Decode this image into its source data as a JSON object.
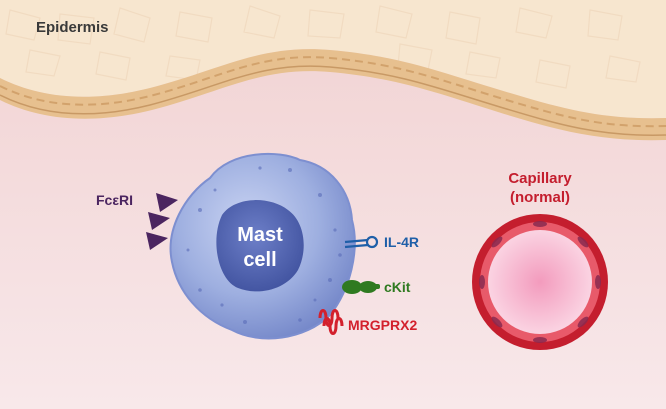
{
  "labels": {
    "epidermis": "Epidermis",
    "mast_cell_line1": "Mast",
    "mast_cell_line2": "cell",
    "capillary_line1": "Capillary",
    "capillary_line2": "(normal)"
  },
  "receptors": {
    "fceri": "FcεRI",
    "il4r": "IL-4R",
    "ckit": "cKit",
    "mrgprx2": "MRGPRX2"
  },
  "colors": {
    "epidermis_text": "#3a3a3a",
    "fceri": "#4b2560",
    "il4r": "#1f5fa8",
    "ckit": "#2f7a20",
    "mrgprx2": "#d3202c",
    "capillary": "#c41e2e",
    "mast_text": "#ffffff"
  }
}
